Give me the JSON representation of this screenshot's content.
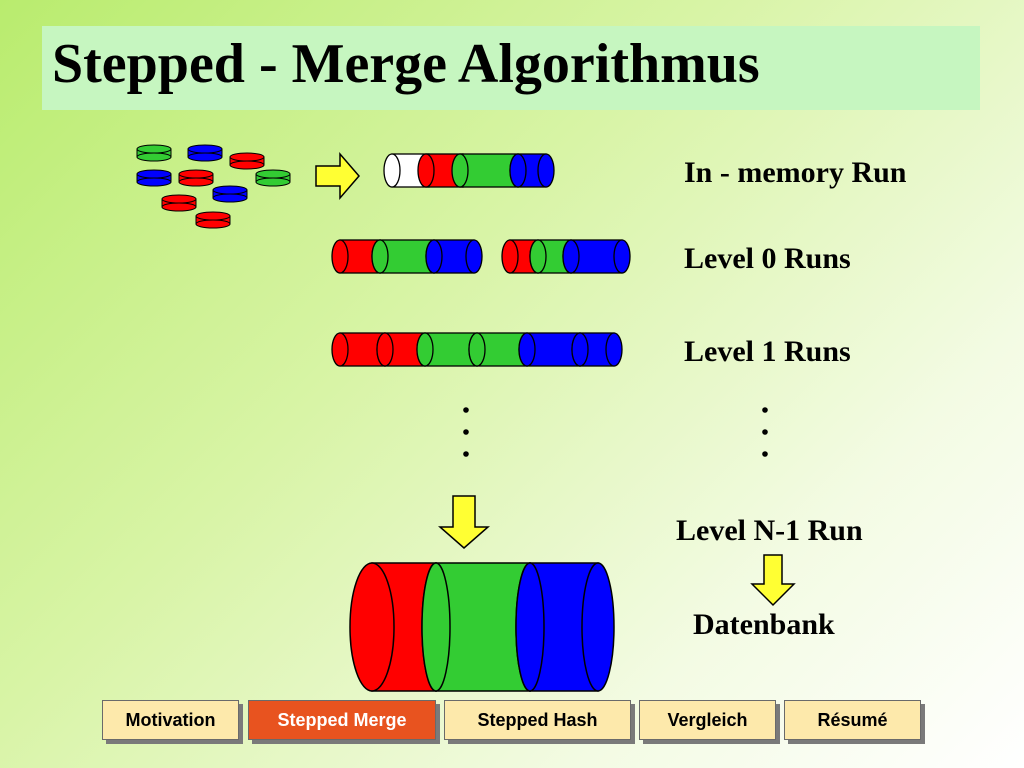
{
  "slide": {
    "title": "Stepped - Merge Algorithmus"
  },
  "labels": {
    "in_memory_run": "In - memory Run",
    "level0": "Level 0 Runs",
    "level1": "Level 1 Runs",
    "level_n1": "Level N-1 Run",
    "database": "Datenbank"
  },
  "colors": {
    "red": "#ff0000",
    "green": "#33cc33",
    "blue": "#0000ff",
    "arrow_yellow": "#ffff33",
    "title_bar": "#c6f6c0",
    "nav_button": "#fde9ab",
    "nav_button_active": "#e8531f"
  },
  "nav": {
    "items": [
      {
        "label": "Motivation",
        "active": false
      },
      {
        "label": "Stepped Merge",
        "active": true
      },
      {
        "label": "Stepped Hash",
        "active": false
      },
      {
        "label": "Vergleich",
        "active": false
      },
      {
        "label": "Résumé",
        "active": false
      }
    ]
  }
}
